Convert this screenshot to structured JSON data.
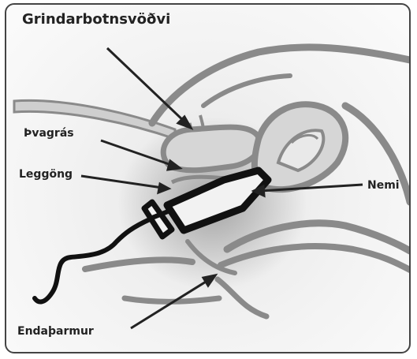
{
  "labels": {
    "pelvic_floor": "Grindarbotnsvöðvi",
    "urethra": "Þvagrás",
    "vagina": "Leggöng",
    "sensor": "Nemi",
    "rectum": "Endaþarmur"
  },
  "colors": {
    "tissue_stroke": "#8a8a8a",
    "tissue_fill": "#d2d2d2",
    "probe": "#111111",
    "text": "#222222",
    "frame": "#444444"
  }
}
